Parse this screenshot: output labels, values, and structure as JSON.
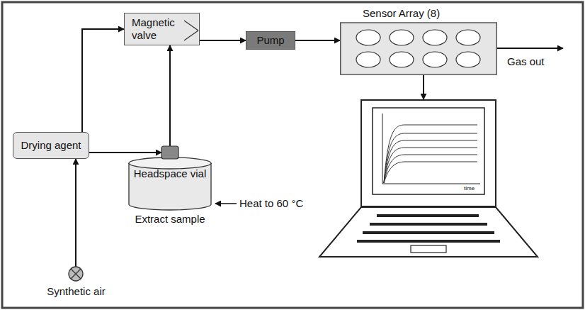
{
  "diagram": {
    "nodes": [
      {
        "text": [
          "Magnetic valve"
        ]
      },
      {
        "text": [
          "Pump"
        ]
      },
      {
        "text": [
          "Sensor Array (8)"
        ]
      },
      {
        "text": [
          "Drying agent"
        ]
      },
      {
        "text": [
          "Headspace vial",
          "Extract sample"
        ]
      },
      {
        "text": [
          "Synthetic air"
        ]
      },
      {
        "text": [
          "time"
        ]
      }
    ],
    "edges": [
      {
        "from": 5,
        "to": 3,
        "arrow": "to"
      },
      {
        "from": 3,
        "to": 0,
        "arrow": "to"
      },
      {
        "from": 3,
        "to": 4,
        "arrow": "to"
      },
      {
        "from": 4,
        "to": 0,
        "arrow": "to"
      },
      {
        "from": 0,
        "to": 1,
        "arrow": "to"
      },
      {
        "from": 1,
        "to": 2,
        "arrow": "to"
      },
      {
        "from": 2,
        "to": 6,
        "arrow": "to"
      }
    ],
    "labels": [
      "Heat to 60 °C",
      "Gas out"
    ]
  }
}
